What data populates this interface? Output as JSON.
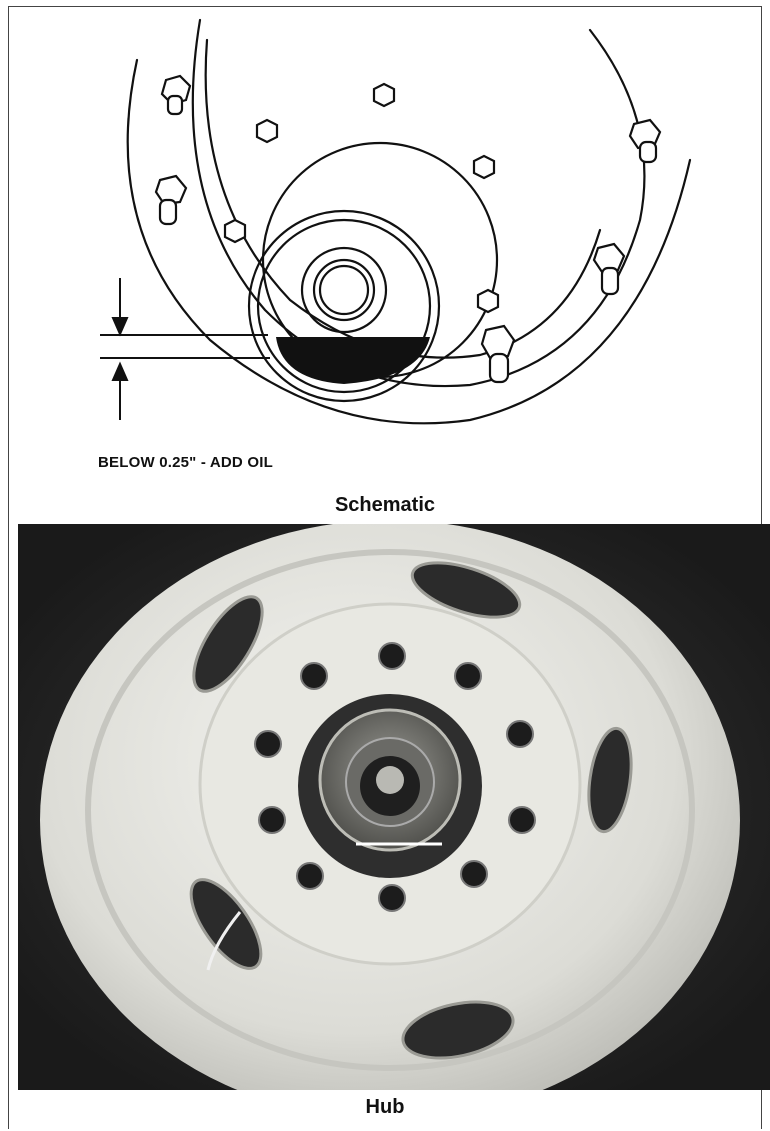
{
  "figure": {
    "note": "BELOW 0.25\" - ADD OIL",
    "schematic_caption": "Schematic",
    "photo_caption": "Hub"
  }
}
